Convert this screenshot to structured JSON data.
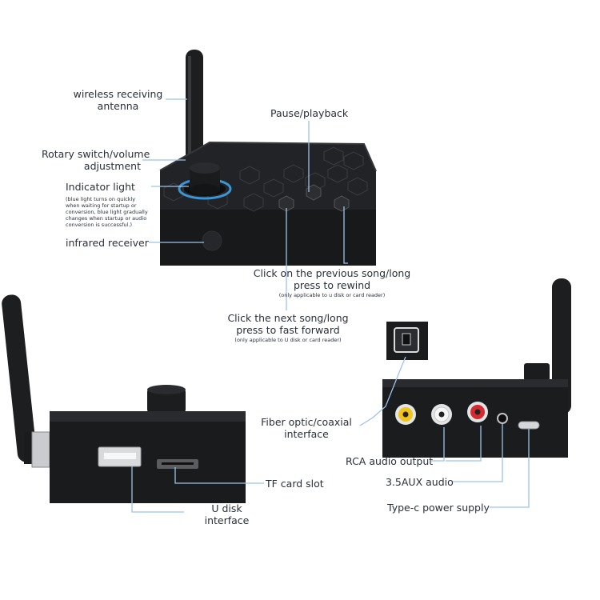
{
  "labels": {
    "antenna": [
      "wireless receiving",
      "antenna"
    ],
    "pause": "Pause/playback",
    "rotary": [
      "Rotary switch/volume",
      "adjustment"
    ],
    "indicator": "Indicator light",
    "indicator_note": [
      "(blue light turns on quickly",
      "when waiting for startup or",
      "conversion, blue light gradually",
      "changes when startup or audio",
      "conversion is successful.)"
    ],
    "infrared": "infrared receiver",
    "previous": [
      "Click on the previous song/long",
      "press to rewind"
    ],
    "previous_note": "(only applicable to u disk or card reader)",
    "next": [
      "Click the next song/long",
      "press to fast forward"
    ],
    "next_note": "(only applicable to U disk or card reader)",
    "fiber": [
      "Fiber optic/coaxial",
      "interface"
    ],
    "rca": "RCA audio output",
    "aux": "3.5AUX audio",
    "typec": "Type-c power supply",
    "tf": "TF card slot",
    "udisk": [
      "U disk",
      "interface"
    ]
  },
  "colors": {
    "leader": "#9cc3ea",
    "device": "#1b1c1e",
    "glow": "#3fa9f5"
  }
}
